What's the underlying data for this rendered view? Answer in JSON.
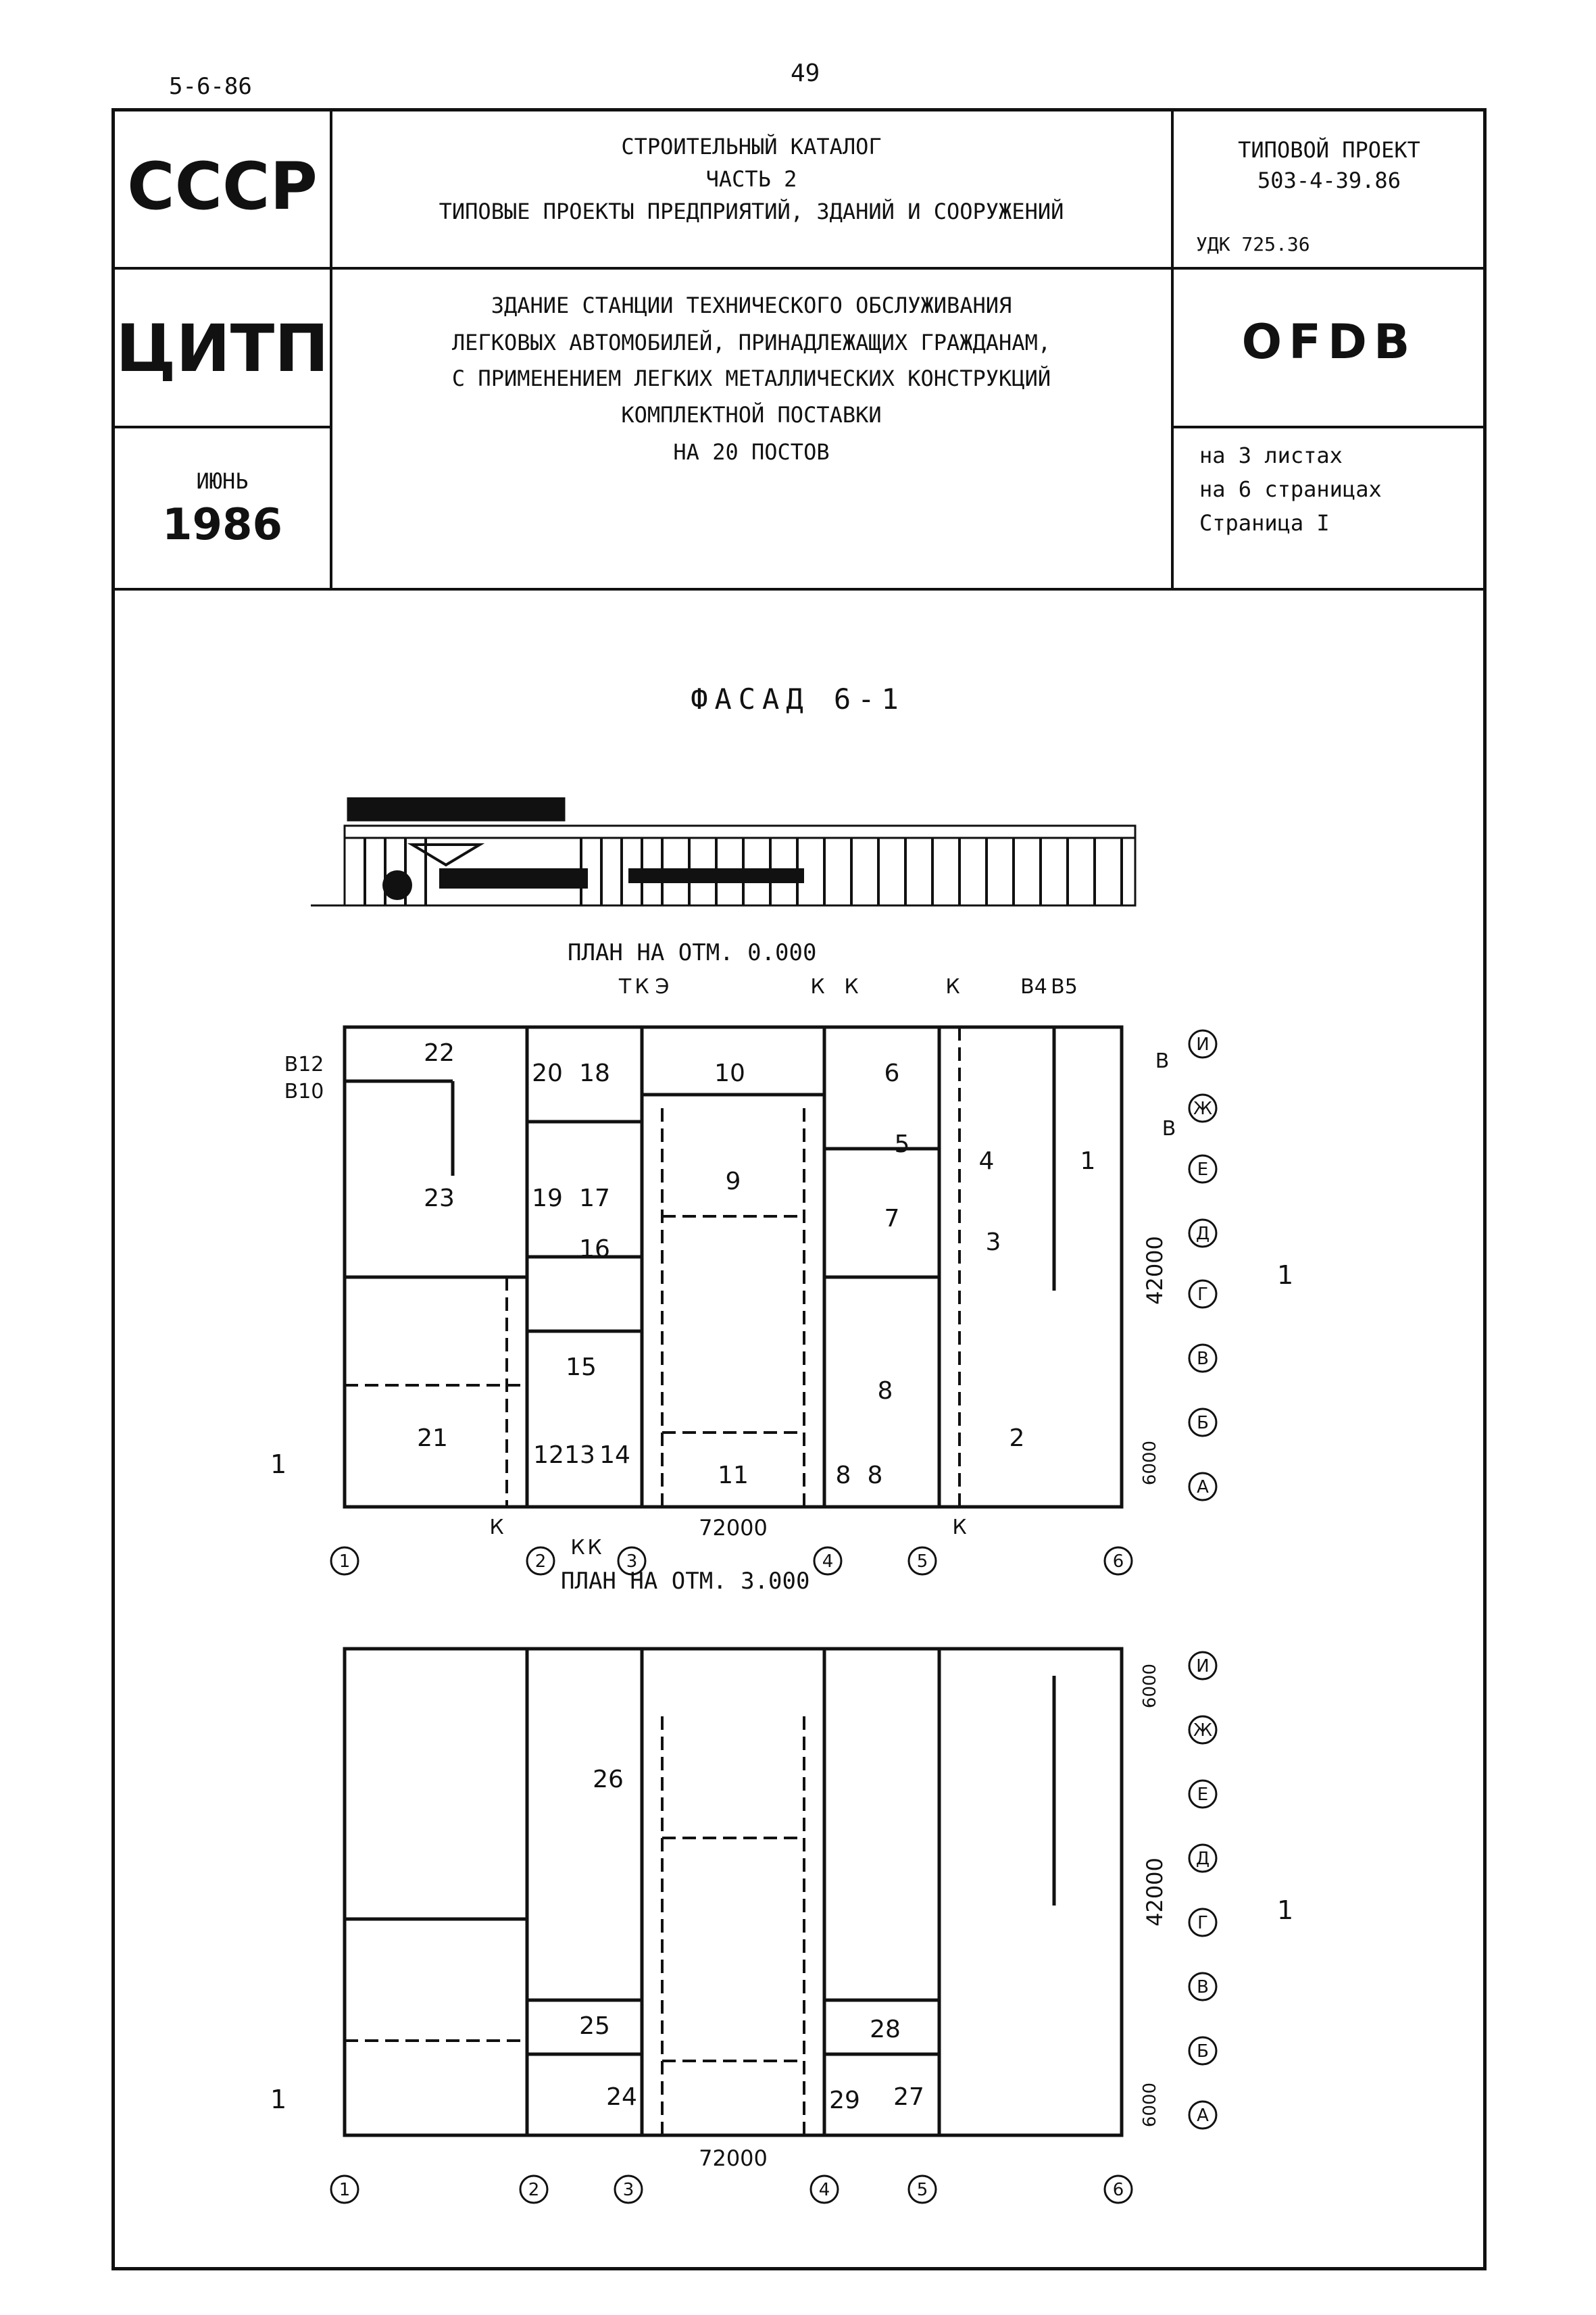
{
  "page": {
    "top_code": "5-6-86",
    "number": "49"
  },
  "header": {
    "left": {
      "org1": "СССР",
      "org2": "ЦИТП",
      "month": "ИЮНЬ",
      "year": "1986"
    },
    "center": {
      "line1": "СТРОИТЕЛЬНЫЙ КАТАЛОГ",
      "line2": "ЧАСТЬ 2",
      "line3": "ТИПОВЫЕ ПРОЕКТЫ ПРЕДПРИЯТИЙ, ЗДАНИЙ И СООРУЖЕНИЙ",
      "title1": "ЗДАНИЕ СТАНЦИИ ТЕХНИЧЕСКОГО ОБСЛУЖИВАНИЯ",
      "title2": "ЛЕГКОВЫХ АВТОМОБИЛЕЙ, ПРИНАДЛЕЖАЩИХ ГРАЖДАНАМ,",
      "title3": "С ПРИМЕНЕНИЕМ ЛЕГКИХ МЕТАЛЛИЧЕСКИХ КОНСТРУКЦИЙ",
      "title4": "КОМПЛЕКТНОЙ ПОСТАВКИ",
      "title5": "НА 20 ПОСТОВ"
    },
    "right": {
      "project_label": "ТИПОВОЙ ПРОЕКТ",
      "project_number": "503-4-39.86",
      "udk": "УДК 725.36",
      "code": "OFDB",
      "sheets": "на 3 листах",
      "pages": "на 6 страницах",
      "page": "Страница I"
    }
  },
  "drawing": {
    "facade_title": "ФАСАД 6-1",
    "plan1_title": "ПЛАН НА ОТМ. 0.000",
    "plan2_title": "ПЛАН НА ОТМ. 3.000",
    "dim_total": "72000",
    "dim_height": "42000",
    "dim_bay": "6000",
    "axes_x": [
      "1",
      "2",
      "3",
      "4",
      "5",
      "6"
    ],
    "axes_y": [
      "И",
      "Ж",
      "Е",
      "Д",
      "Г",
      "В",
      "Б",
      "А"
    ],
    "section_mark": "1",
    "plan1_rooms": [
      "22",
      "20",
      "18",
      "10",
      "6",
      "4",
      "1",
      "23",
      "19",
      "17",
      "9",
      "5",
      "7",
      "16",
      "3",
      "15",
      "8",
      "21",
      "12",
      "13",
      "14",
      "11",
      "8",
      "8",
      "2"
    ],
    "plan2_rooms": [
      "26",
      "25",
      "24",
      "28",
      "29",
      "27"
    ],
    "plan1_labels": [
      "В12",
      "В10",
      "Т",
      "К",
      "Э",
      "К",
      "К",
      "К",
      "В4",
      "В5",
      "В",
      "В",
      "К",
      "К",
      "К",
      "К"
    ]
  }
}
